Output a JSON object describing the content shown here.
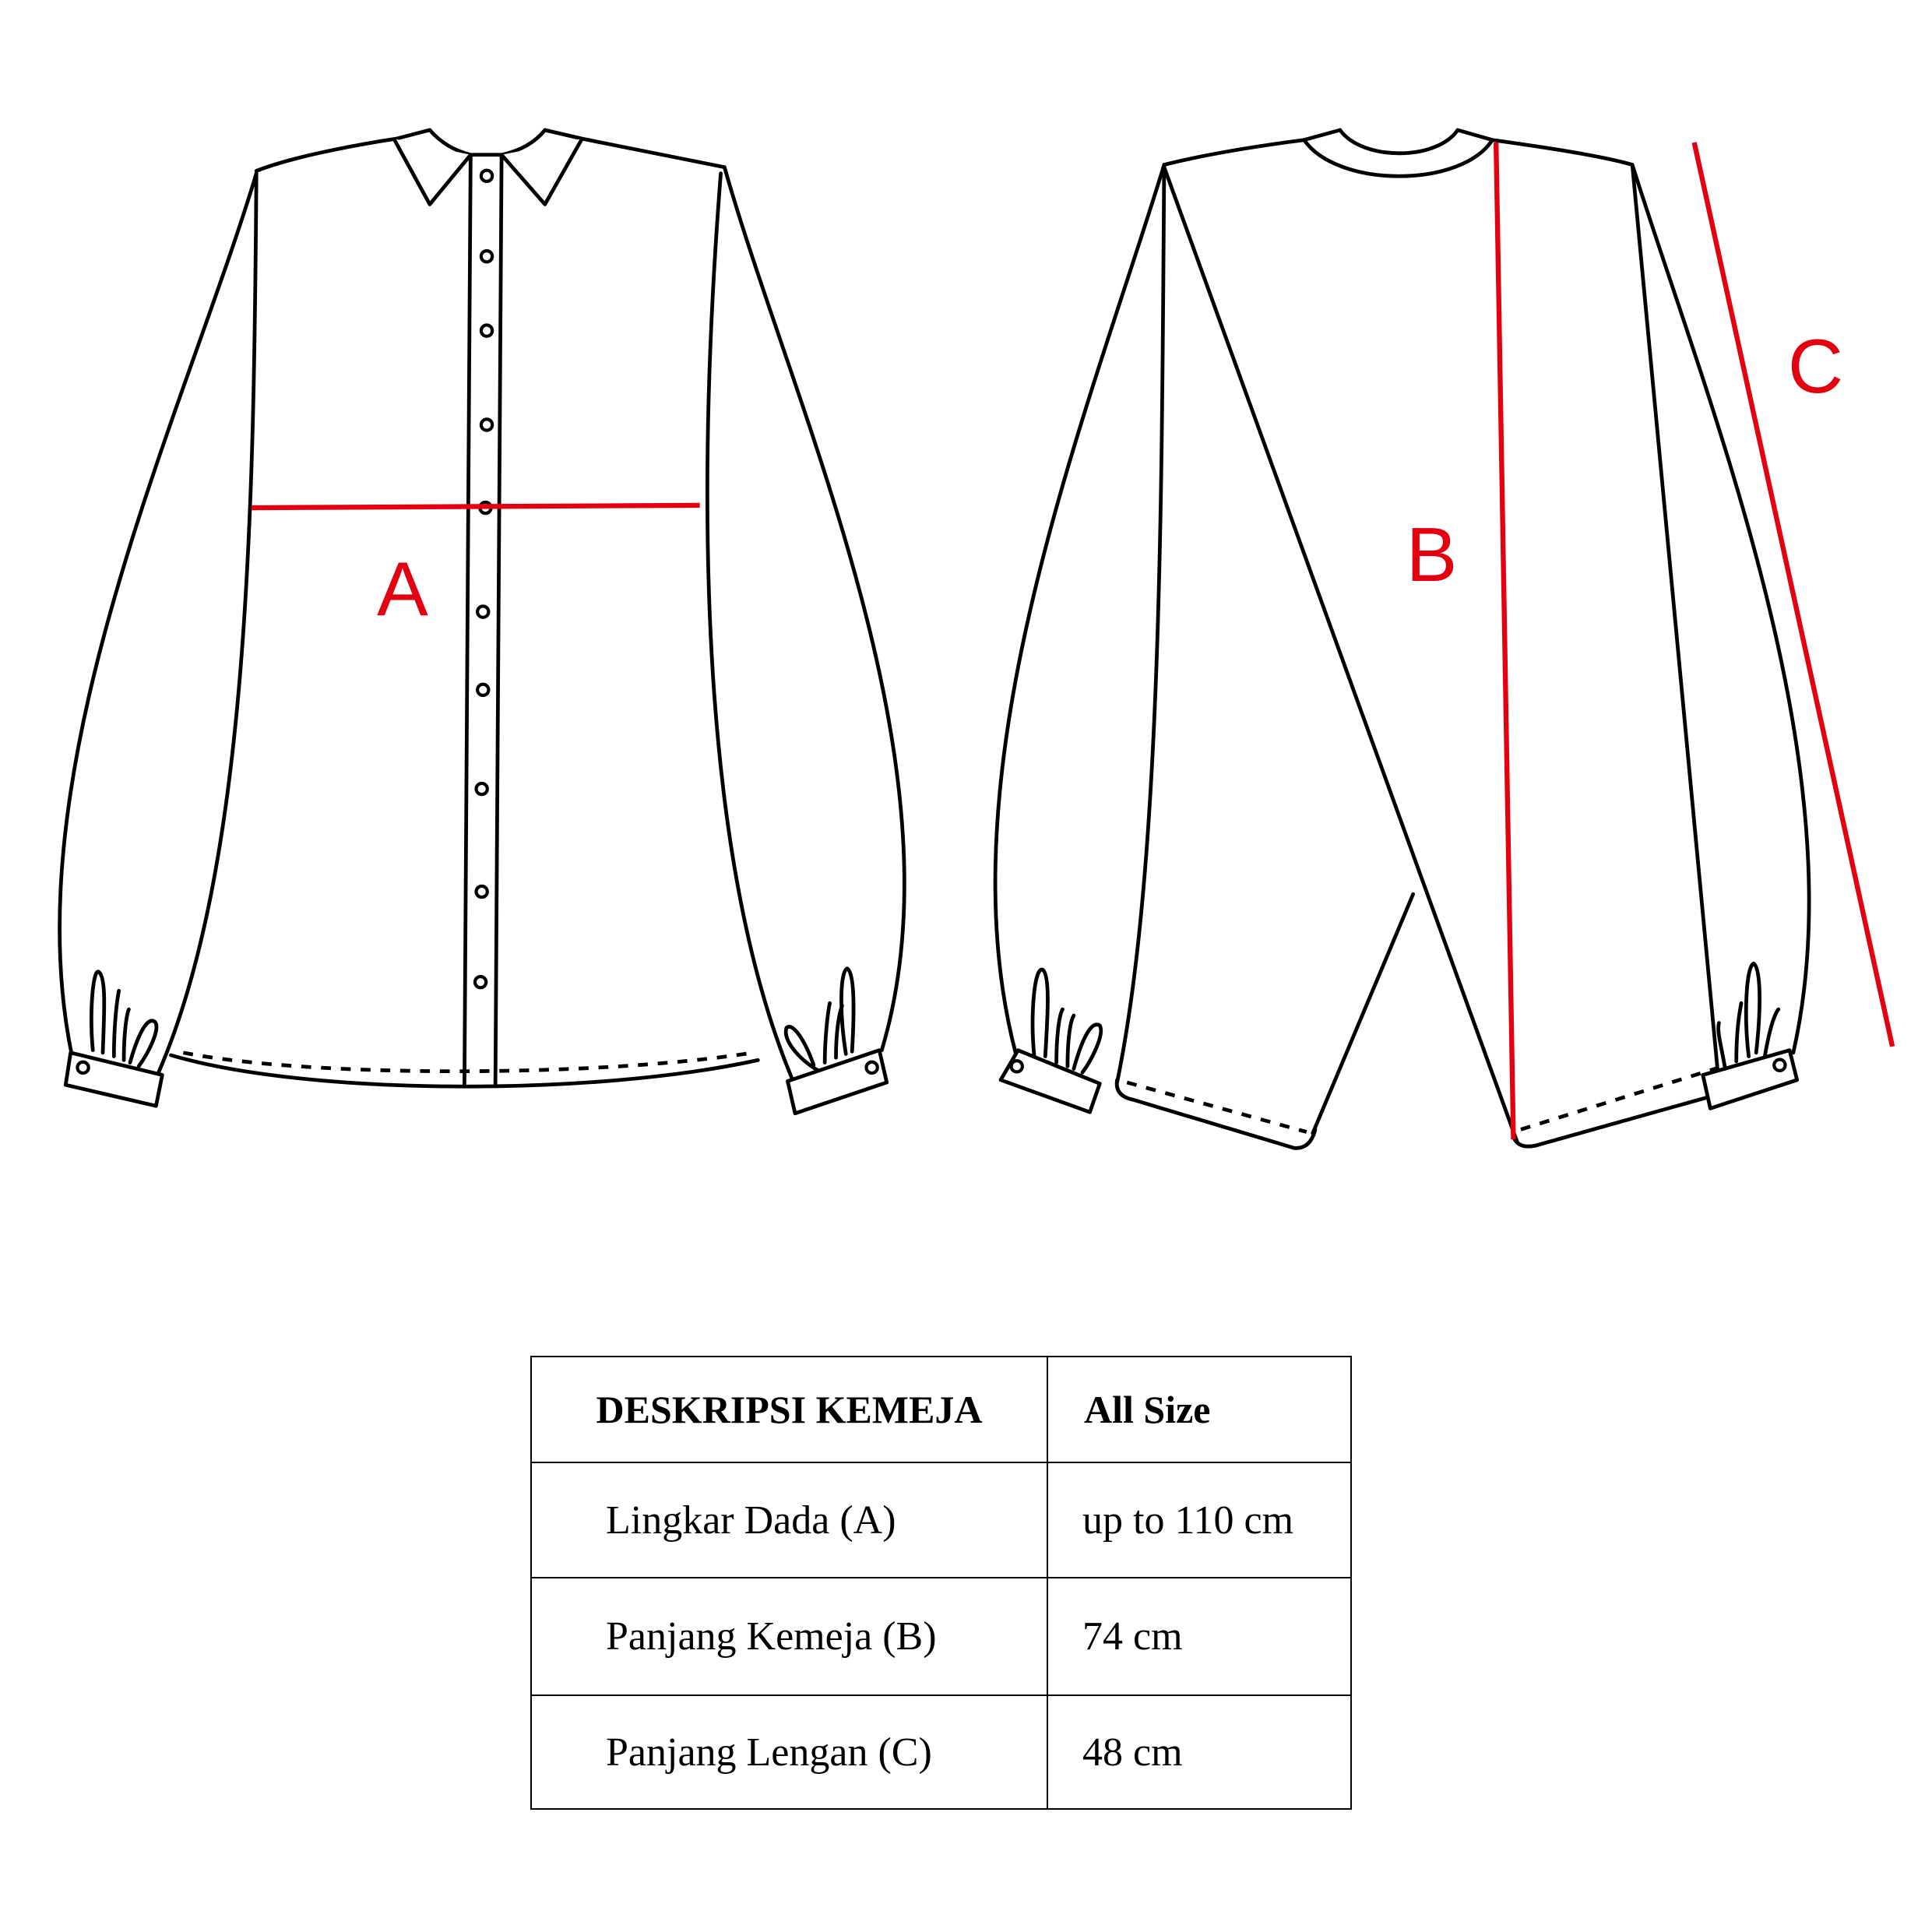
{
  "labels": {
    "a": "A",
    "b": "B",
    "c": "C"
  },
  "table": {
    "header": {
      "description": "DESKRIPSI KEMEJA",
      "size": "All Size"
    },
    "rows": [
      {
        "measure": "Lingkar Dada (A)",
        "value": "up to 110 cm"
      },
      {
        "measure": "Panjang Kemeja (B)",
        "value": "74 cm"
      },
      {
        "measure": "Panjang Lengan (C)",
        "value": "48 cm"
      }
    ]
  },
  "colors": {
    "measure_line": "#e3000f",
    "outline": "#000000"
  }
}
